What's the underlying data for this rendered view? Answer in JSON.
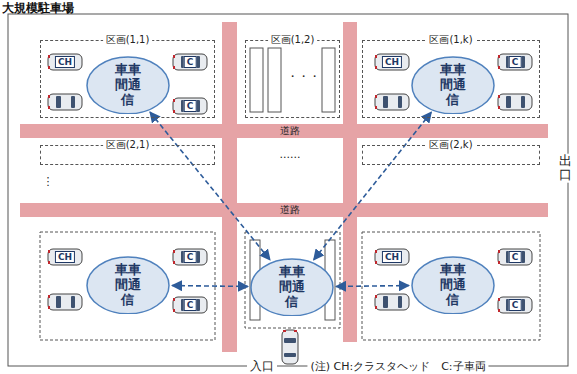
{
  "diagram": {
    "title": "大規模駐車場",
    "nodes": [
      {
        "text": [
          "区画(1,1)"
        ]
      },
      {
        "text": [
          "車車間通信"
        ],
        "in": 0
      },
      {
        "text": [
          "区画(1,2)"
        ]
      },
      {
        "text": [
          "区画(1,k)"
        ]
      },
      {
        "text": [
          "車車間通信"
        ],
        "in": 3
      },
      {
        "text": [
          "区画(2,1)"
        ]
      },
      {
        "text": [
          "区画(2,k)"
        ]
      },
      {
        "text": [
          "車車間通信"
        ]
      },
      {
        "text": [
          "車車間通信"
        ]
      },
      {
        "text": [
          "車車間通信"
        ]
      }
    ],
    "edges": [
      {
        "from": 1,
        "to": 8,
        "arrow": "both"
      },
      {
        "from": 4,
        "to": 8,
        "arrow": "both"
      },
      {
        "from": 7,
        "to": 8,
        "arrow": "both"
      },
      {
        "from": 9,
        "to": 8,
        "arrow": "both"
      }
    ],
    "labels": [
      "道路",
      "道路",
      "・・・",
      "......",
      "⋮",
      "出口",
      "入口",
      "(注) CH:クラスタヘッド　C:子車両",
      "CH",
      "C",
      "C",
      "CH",
      "C",
      "CH",
      "C",
      "C",
      "CH",
      "C",
      "C"
    ]
  }
}
